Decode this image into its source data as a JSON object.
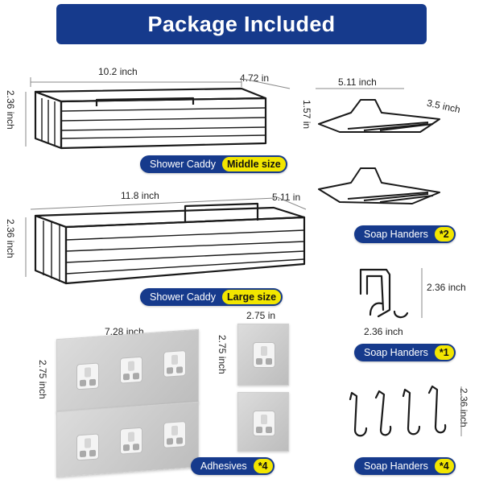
{
  "banner": {
    "title": "Package Included"
  },
  "caddy_middle": {
    "width": "10.2 inch",
    "depth": "4.72 in",
    "height": "2.36 inch",
    "label": "Shower Caddy",
    "size_tag": "Middle size"
  },
  "caddy_large": {
    "width": "11.8 inch",
    "depth": "5.11 in",
    "height": "2.36 inch",
    "label": "Shower Caddy",
    "size_tag": "Large size"
  },
  "soap_dish": {
    "width": "5.11 inch",
    "height": "1.57 in",
    "depth": "3.5 inch",
    "label": "Soap Handers",
    "qty": "*2"
  },
  "over_door_hook": {
    "height": "2.36 inch",
    "width": "2.36 inch",
    "label": "Soap Handers",
    "qty": "*1"
  },
  "adhesives": {
    "large_width": "7.28 inch",
    "large_height": "2.75 inch",
    "small_width": "2.75 in",
    "small_height": "2.75 inch",
    "label": "Adhesives",
    "qty": "*4"
  },
  "small_hooks": {
    "height": "2.36 inch",
    "label": "Soap Handers",
    "qty": "*4"
  },
  "colors": {
    "banner": "#163a8c",
    "tag": "#f2e600",
    "metal": "#1a1a1a"
  }
}
